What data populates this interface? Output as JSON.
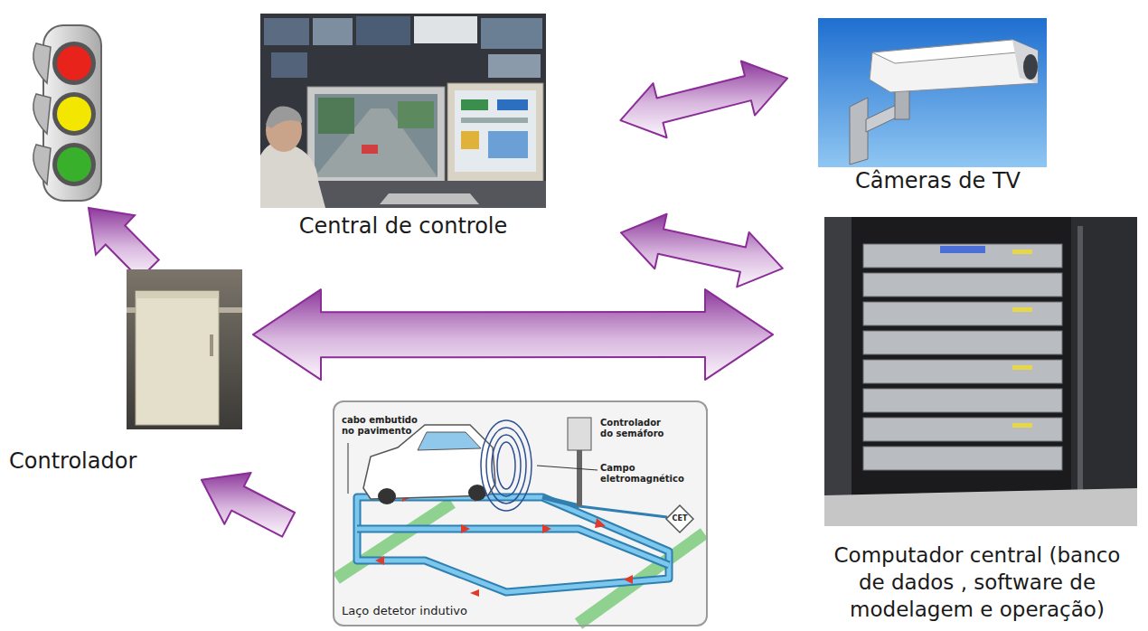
{
  "diagram": {
    "nodes": [
      {
        "text": [
          "Central de controle"
        ]
      },
      {
        "text": [
          "Câmeras de TV"
        ]
      },
      {
        "text": [
          "Controlador"
        ]
      },
      {
        "text": [
          "Computador central (banco de dados , software de modelagem e operação)"
        ]
      },
      {
        "text": [
          "Laço detetor indutivo"
        ]
      }
    ],
    "edges": [
      {
        "from": 0,
        "to": 1,
        "arrow": "both"
      },
      {
        "from": 0,
        "to": 3,
        "arrow": "both"
      },
      {
        "from": 2,
        "to": 3,
        "arrow": "both"
      },
      {
        "from": 4,
        "to": 2,
        "arrow": "to"
      }
    ],
    "labels": [
      "cabo embutido no pavimento",
      "Controlador do semáforo",
      "Campo eletromagnético",
      "CET"
    ]
  }
}
